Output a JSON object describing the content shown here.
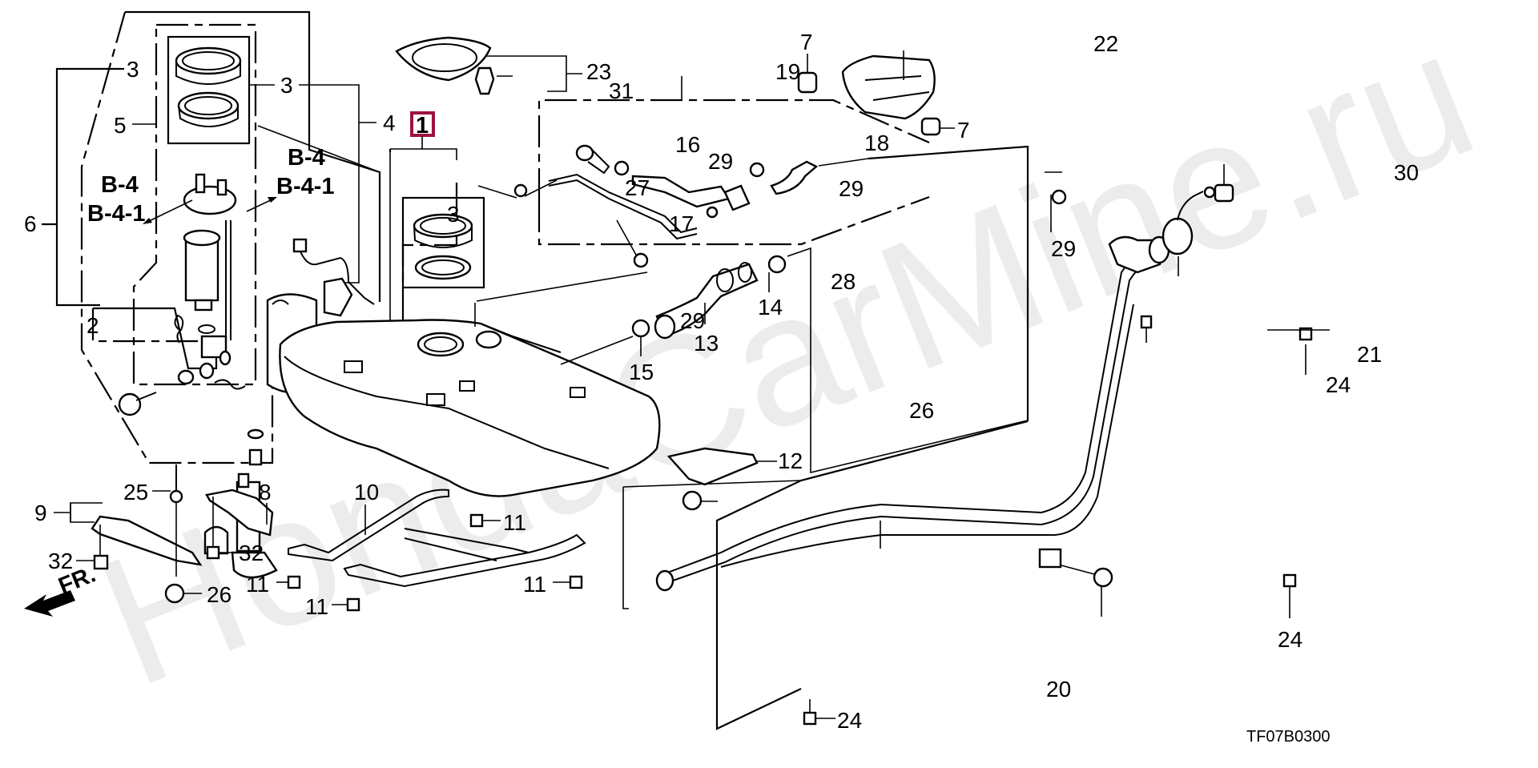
{
  "watermark": "HondaCarMine.ru",
  "diagram_code": "TF07B0300",
  "direction_label": "FR.",
  "highlight_color": "#a0123e",
  "highlighted_part": "1",
  "references": [
    {
      "line1": "B-4",
      "line2": "B-4-1"
    },
    {
      "line1": "B-4",
      "line2": "B-4-1"
    }
  ],
  "callouts": {
    "c1": "1",
    "c2": "2",
    "c3a": "3",
    "c3b": "3",
    "c3c": "3",
    "c4": "4",
    "c5": "5",
    "c6": "6",
    "c7a": "7",
    "c7b": "7",
    "c8": "8",
    "c9": "9",
    "c10": "10",
    "c11a": "11",
    "c11b": "11",
    "c11c": "11",
    "c11d": "11",
    "c12": "12",
    "c13": "13",
    "c14": "14",
    "c15": "15",
    "c16": "16",
    "c17": "17",
    "c18": "18",
    "c19": "19",
    "c20": "20",
    "c21": "21",
    "c22": "22",
    "c23": "23",
    "c24a": "24",
    "c24b": "24",
    "c24c": "24",
    "c25": "25",
    "c26a": "26",
    "c26b": "26",
    "c27": "27",
    "c28": "28",
    "c29a": "29",
    "c29b": "29",
    "c29c": "29",
    "c29d": "29",
    "c30": "30",
    "c31": "31",
    "c32a": "32",
    "c32b": "32"
  }
}
